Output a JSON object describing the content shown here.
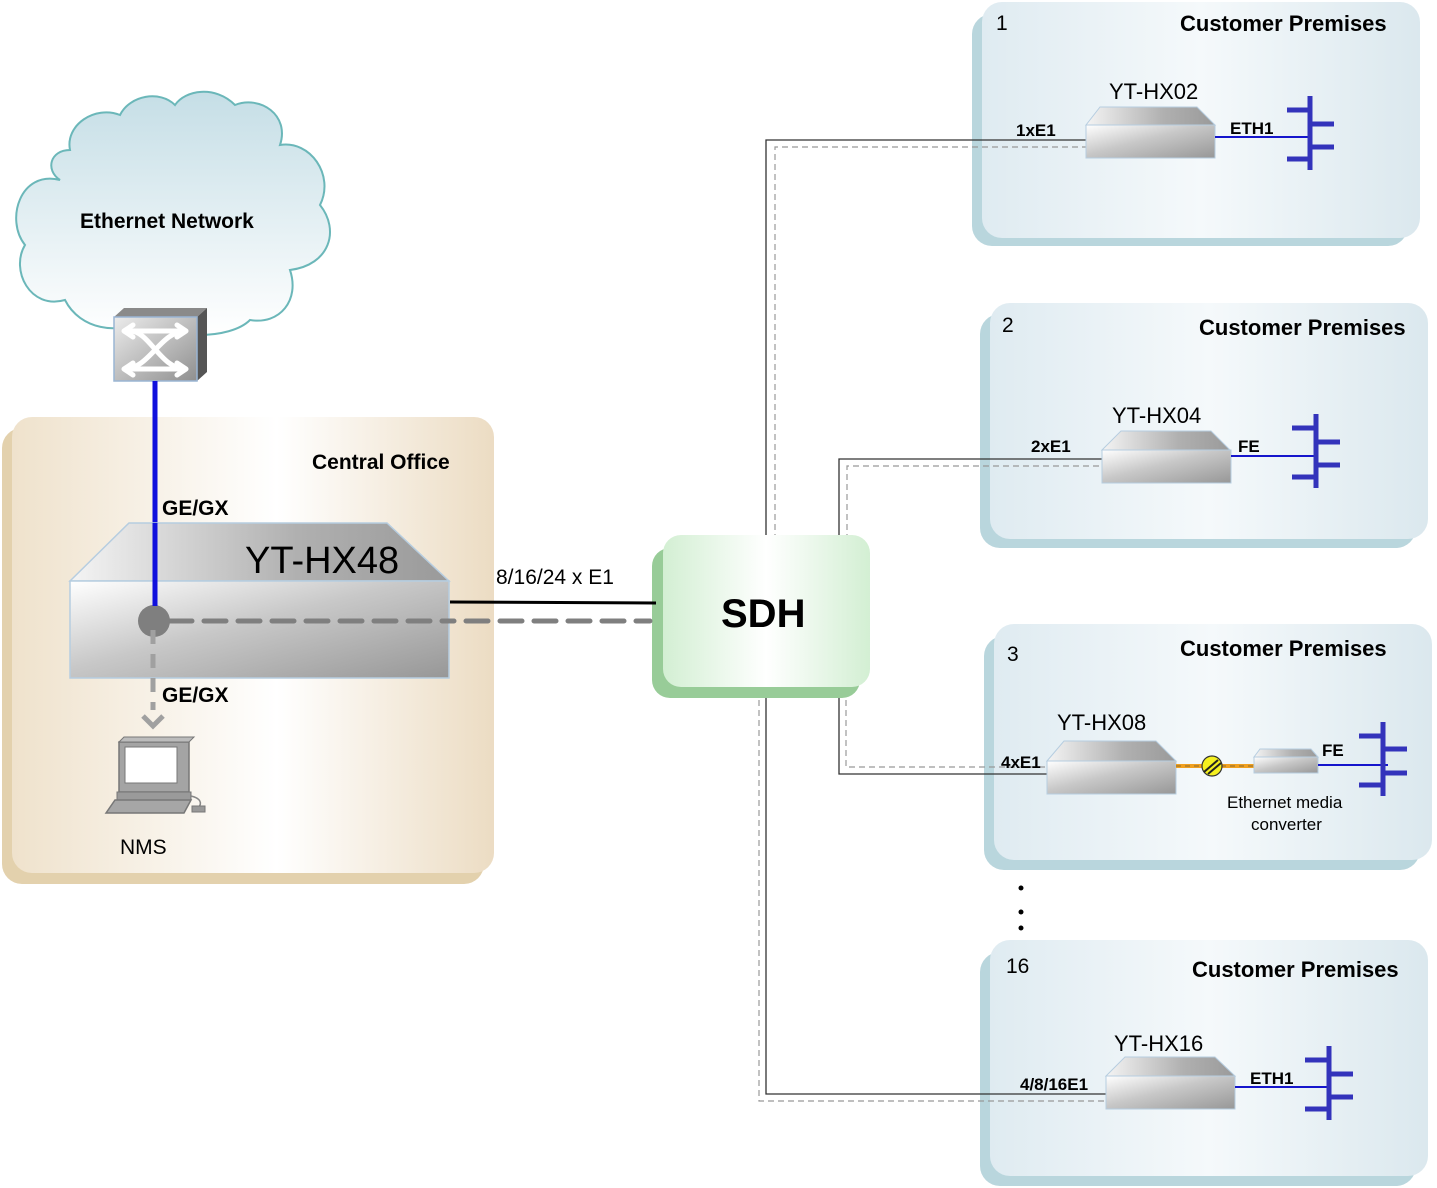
{
  "cloud": {
    "label": "Ethernet Network"
  },
  "central_office": {
    "title": "Central Office",
    "device": "YT-HX48",
    "uplink_label": "GE/GX",
    "nms_link_label": "GE/GX",
    "nms_label": "NMS"
  },
  "trunk_label": "8/16/24 x E1",
  "sdh": {
    "label": "SDH"
  },
  "customer_sites": [
    {
      "number": "1",
      "title": "Customer Premises",
      "device": "YT-HX02",
      "e1_label": "1xE1",
      "eth_label": "ETH1"
    },
    {
      "number": "2",
      "title": "Customer Premises",
      "device": "YT-HX04",
      "e1_label": "2xE1",
      "eth_label": "FE"
    },
    {
      "number": "3",
      "title": "Customer Premises",
      "device": "YT-HX08",
      "e1_label": "4xE1",
      "eth_label": "FE",
      "converter_label_line1": "Ethernet media",
      "converter_label_line2": "converter"
    },
    {
      "number": "16",
      "title": "Customer Premises",
      "device": "YT-HX16",
      "e1_label": "4/8/16E1",
      "eth_label": "ETH1"
    }
  ],
  "colors": {
    "ethernet_line": "#1010dd",
    "lan_bus": "#3333bb",
    "sdh_fill": "#d8f0d8",
    "sdh_shadow": "#98cc98",
    "co_fill": "#f4ebde",
    "co_shadow": "#e3d1ad",
    "cp_fill": "#eaf2f6",
    "cp_shadow": "#b9d6dd",
    "cloud_stroke": "#6bb7b9",
    "fiber": "#f0a020"
  }
}
